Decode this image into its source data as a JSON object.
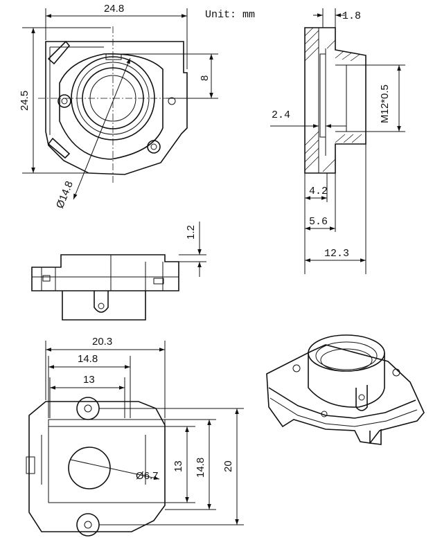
{
  "unit_label": "Unit: mm",
  "top_view": {
    "width": "24.8",
    "height": "24.5",
    "offset": "8",
    "diameter": "Ø14.8"
  },
  "side_section": {
    "top": "1.8",
    "thread": "M12*0.5",
    "left": "2.4",
    "d1": "4.2",
    "d2": "5.6",
    "total": "12.3"
  },
  "front_view": {
    "thickness": "1.2"
  },
  "bottom_view": {
    "w1": "20.3",
    "w2": "14.8",
    "w3": "13",
    "hole": "Ø6.7",
    "h1": "13",
    "h2": "14.8",
    "h3": "20"
  }
}
